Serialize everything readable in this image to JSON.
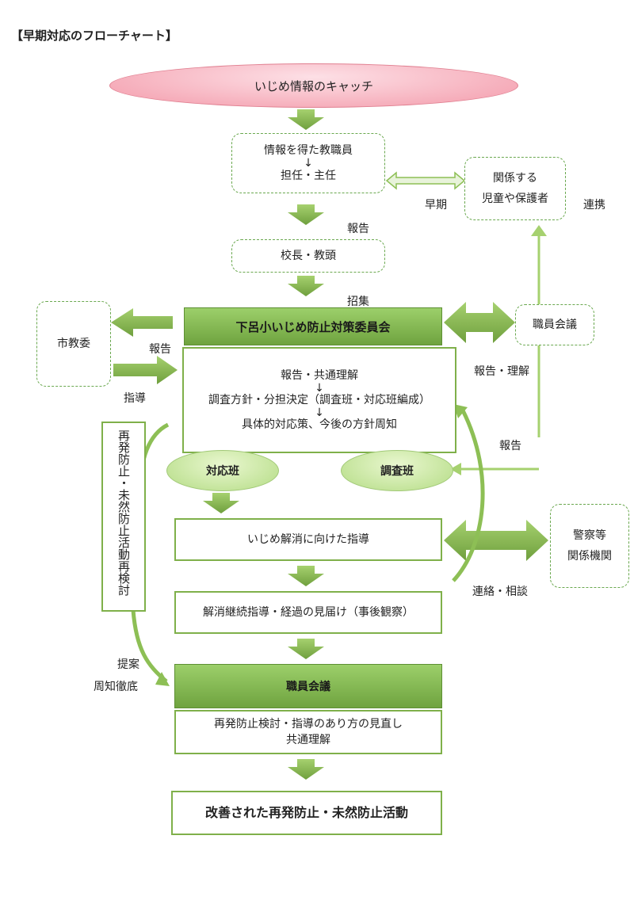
{
  "title": "【早期対応のフローチャート】",
  "catch": "いじめ情報のキャッチ",
  "teacher_box": {
    "line1": "情報を得た教職員",
    "arrow": "↓",
    "line2": "担任・主任"
  },
  "related_box": {
    "line1": "関係する",
    "line2": "児童や保護者"
  },
  "label_early": "早期",
  "label_cooperation": "連携",
  "label_report1": "報告",
  "principal_box": "校長・教頭",
  "label_convene": "招集",
  "committee": "下呂小いじめ防止対策委員会",
  "staff_meeting_side": "職員会議",
  "city_board": "市教委",
  "label_report_city": "報告",
  "label_guidance_city": "指導",
  "process_box": {
    "line1": "報告・共通理解",
    "arrow1": "↓",
    "line2": "調査方針・分担決定（調査班・対応班編成）",
    "arrow2": "↓",
    "line3": "具体的対応策、今後の方針周知"
  },
  "label_report_understanding": "報告・理解",
  "label_report2": "報告",
  "vertical_text": "再発防止・未然防止活動再検討",
  "team_response": "対応班",
  "team_investigation": "調査班",
  "guidance_box": "いじめ解消に向けた指導",
  "police_box": {
    "line1": "警察等",
    "line2": "関係機関"
  },
  "label_contact": "連絡・相談",
  "continuing_box": "解消継続指導・経過の見届け（事後観察）",
  "label_proposal": "提案",
  "label_announce": "周知徹底",
  "staff_meeting_main": "職員会議",
  "review_box": {
    "line1": "再発防止検討・指導のあり方の見直し",
    "line2": "共通理解"
  },
  "final_box": "改善された再発防止・未然防止活動",
  "colors": {
    "arrow_green": "#8dbf55",
    "box_border": "#7fb04a",
    "catch_pink": "#f39aaa"
  }
}
